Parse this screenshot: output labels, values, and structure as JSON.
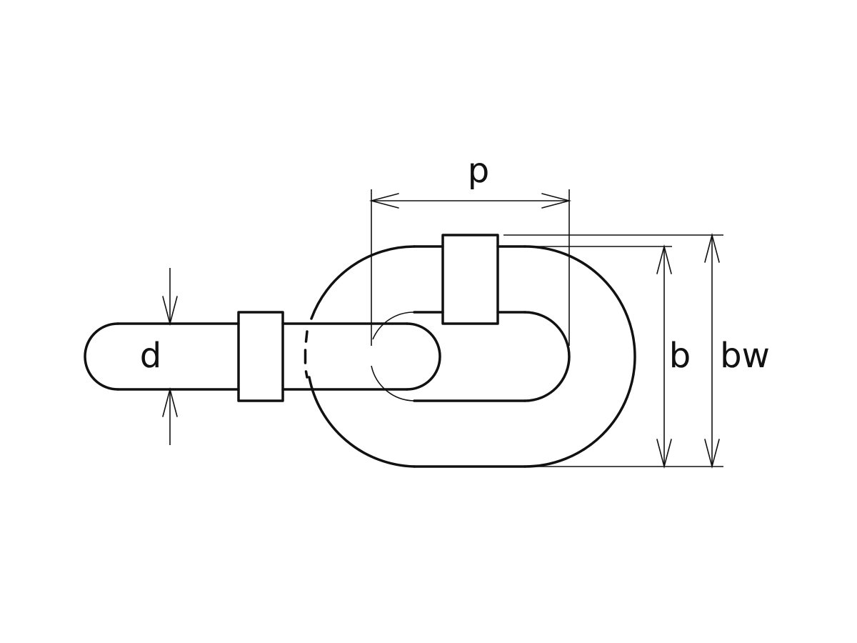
{
  "labels": {
    "d": "d",
    "p": "p",
    "b": "b",
    "bw": "bw"
  },
  "colors": {
    "stroke": "#111111",
    "background": "#ffffff"
  }
}
